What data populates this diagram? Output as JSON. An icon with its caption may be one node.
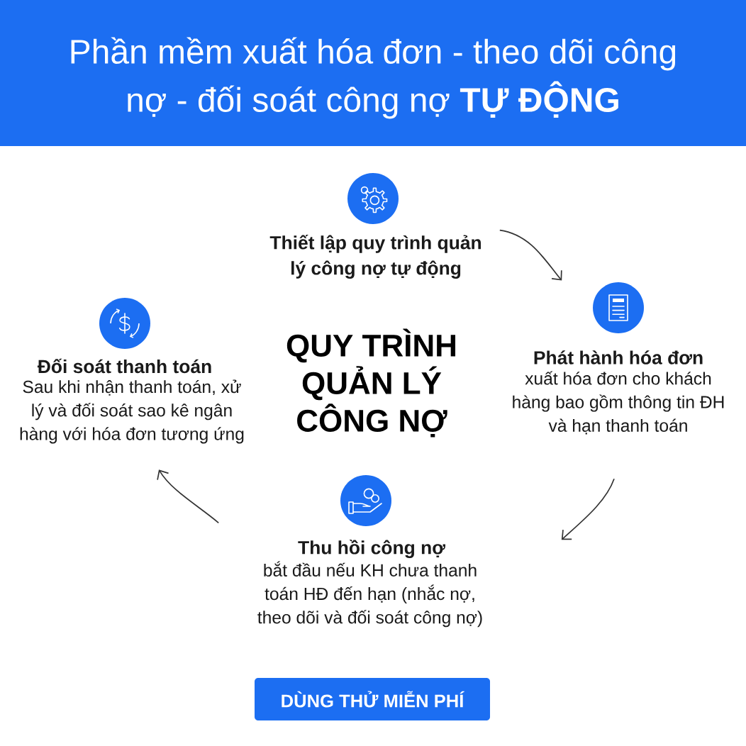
{
  "diagram": {
    "title": "Phần mềm xuất hóa đơn - theo dõi công nợ - đối soát công nợ **TỰ ĐỘNG**",
    "nodes": [
      {
        "text": [
          "Thiết lập quy trình quản lý công nợ tự động"
        ]
      },
      {
        "text": [
          "Phát hành hóa đơn",
          "xuất hóa đơn cho khách hàng bao gồm thông tin ĐH và hạn thanh toán"
        ]
      },
      {
        "text": [
          "Thu hồi công nợ",
          "bắt đầu nếu KH chưa thanh toán HĐ đến hạn (nhắc nợ, theo dõi và đối soát công nợ)"
        ]
      },
      {
        "text": [
          "Đối soát thanh toán",
          "Sau khi nhận thanh toán, xử lý và đối soát sao kê ngân hàng với hóa đơn tương ứng"
        ]
      },
      {
        "text": [
          "DÙNG THỬ MIỄN PHÍ"
        ]
      }
    ],
    "edges": [
      {
        "from": 0,
        "to": 1,
        "arrow": "to"
      },
      {
        "from": 1,
        "to": 2,
        "arrow": "to"
      },
      {
        "from": 2,
        "to": 3,
        "arrow": "to"
      }
    ],
    "labels": [
      "QUY TRÌNH QUẢN LÝ CÔNG NỢ"
    ]
  }
}
